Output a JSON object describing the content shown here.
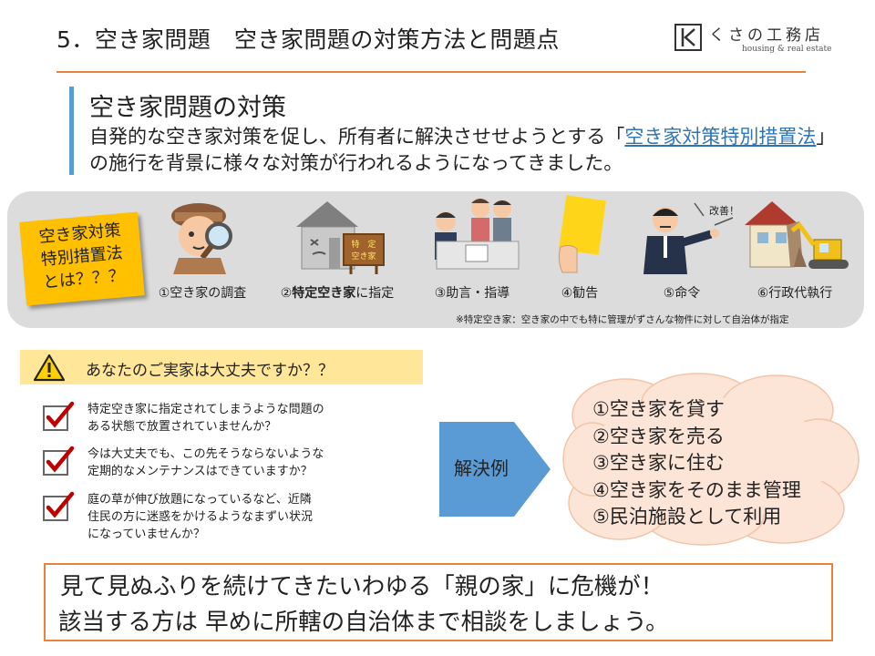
{
  "header": {
    "title": "5．空き家問題　空き家問題の対策方法と問題点",
    "logo_name": "くさの工務店",
    "logo_sub": "housing & real estate"
  },
  "section": {
    "heading": "空き家問題の対策",
    "desc_before": "自発的な空き家対策を促し、所有者に解決させせようとする「",
    "desc_link": "空き家対策特別措置法",
    "desc_after": "」の施行を背景に様々な対策が行われるようになってきました。"
  },
  "law_label": [
    "空き家対策",
    "特別措置法",
    "とは？？？"
  ],
  "steps": [
    {
      "num": "①",
      "text": "空き家の調査",
      "icon": "detective-icon"
    },
    {
      "num": "②",
      "bold": "特定空き家",
      "text": "に指定",
      "icon": "vacant-house-icon",
      "sign": [
        "特　定",
        "空き家"
      ]
    },
    {
      "num": "③",
      "text": "助言・指導",
      "icon": "consultation-icon"
    },
    {
      "num": "④",
      "text": "勧告",
      "icon": "yellow-card-icon"
    },
    {
      "num": "⑤",
      "text": "命令",
      "icon": "order-icon",
      "bubble": "改善！"
    },
    {
      "num": "⑥",
      "text": "行政代執行",
      "icon": "demolition-icon"
    }
  ],
  "note": "※特定空き家：空き家の中でも特に管理がずさんな物件に対して自治体が指定",
  "warning": "あなたのご実家は大丈夫ですか？？",
  "checks": [
    [
      "特定空き家に指定されてしまうような問題の",
      "ある状態で放置されていませんか？"
    ],
    [
      "今は大丈夫でも、この先そうならないような",
      "定期的なメンテナンスはできていますか？"
    ],
    [
      "庭の草が伸び放題になっているなど、近隣",
      "住民の方に迷惑をかけるようなまずい状況",
      "になっていませんか？"
    ]
  ],
  "solution_label": "解決例",
  "solutions": [
    "①空き家を貸す",
    "②空き家を売る",
    "③空き家に住む",
    "④空き家をそのまま管理",
    "⑤民泊施設として利用"
  ],
  "bottom": {
    "line1": "見て見ぬふりを続けてきたいわゆる「親の家」に危機が！",
    "line2": "該当する方は 早めに所轄の自治体まで相談をしましょう。"
  },
  "colors": {
    "accent_orange": "#e8833a",
    "accent_blue": "#5b9bd5",
    "label_yellow": "#ffc000",
    "warn_yellow": "#ffe699",
    "cloud": "#fce4d6",
    "check_red": "#c00000"
  }
}
